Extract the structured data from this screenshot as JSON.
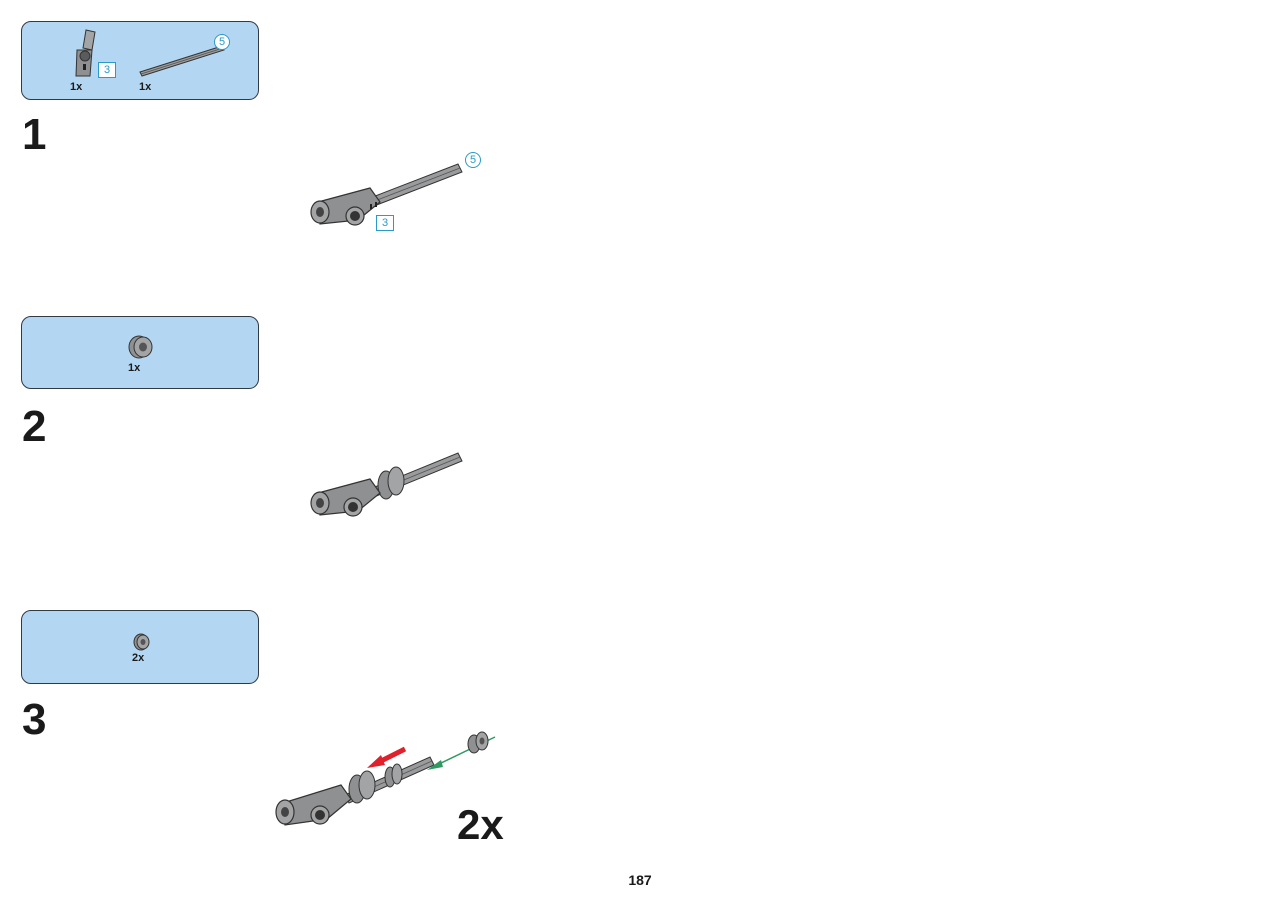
{
  "page_number": "187",
  "steps": [
    {
      "number": "1",
      "parts": [
        {
          "icon": "angle-connector-icon",
          "qty": "1x",
          "length_label": "3"
        },
        {
          "icon": "axle-icon",
          "qty": "1x",
          "length_label": "5"
        }
      ],
      "callouts": {
        "axle_length": "5",
        "connector_length": "3"
      }
    },
    {
      "number": "2",
      "parts": [
        {
          "icon": "bush-icon",
          "qty": "1x"
        }
      ]
    },
    {
      "number": "3",
      "parts": [
        {
          "icon": "half-bush-icon",
          "qty": "2x"
        }
      ],
      "multiplier": "2x"
    }
  ],
  "colors": {
    "parts_box_bg": "#b3d6f2",
    "parts_box_border": "#2f3a44",
    "callout_blue": "#2a9bc8",
    "arrow_red": "#e0202a",
    "arrow_green": "#2e9a62",
    "part_gray": "#9a9b9c"
  }
}
